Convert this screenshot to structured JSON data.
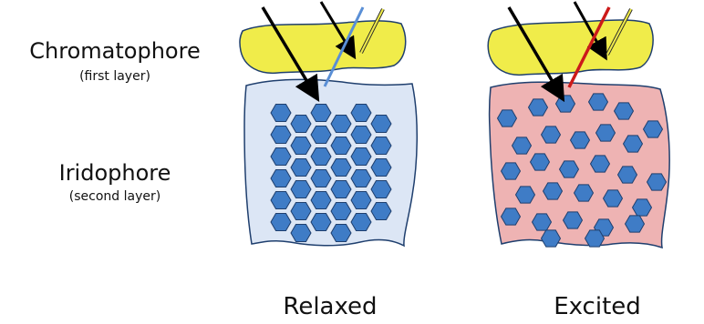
{
  "labels": {
    "chromatophore": "Chromatophore",
    "chromatophore_sub": "(first layer)",
    "iridophore": "Iridophore",
    "iridophore_sub": "(second layer)"
  },
  "states": [
    {
      "name": "relaxed",
      "label": "Relaxed",
      "fill": "#dce6f5",
      "reflected_ray": "#5a8fd6"
    },
    {
      "name": "excited",
      "label": "Excited",
      "fill": "#eeb3b3",
      "reflected_ray": "#cc1a1a"
    }
  ],
  "colors": {
    "chromatophore": "#f0ec4a",
    "platelet": "#3f7cc6",
    "outline": "#1f3f6e",
    "incoming_ray": "#000000"
  }
}
